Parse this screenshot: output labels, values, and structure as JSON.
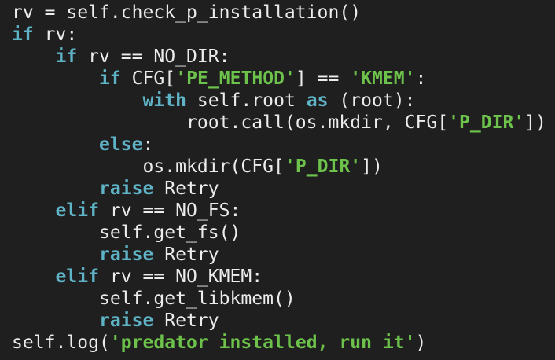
{
  "editor": {
    "background": "#1f1f1f",
    "colors": {
      "keyword": "#5fb3c6",
      "string": "#6cc24a",
      "text": "#ececec"
    },
    "lines": [
      [
        {
          "t": "plain",
          "v": "rv = self.check_p_installation()"
        }
      ],
      [
        {
          "t": "kw",
          "v": "if"
        },
        {
          "t": "plain",
          "v": " rv:"
        }
      ],
      [
        {
          "t": "plain",
          "v": "    "
        },
        {
          "t": "kw",
          "v": "if"
        },
        {
          "t": "plain",
          "v": " rv == NO_DIR:"
        }
      ],
      [
        {
          "t": "plain",
          "v": "        "
        },
        {
          "t": "kw",
          "v": "if"
        },
        {
          "t": "plain",
          "v": " CFG["
        },
        {
          "t": "str",
          "v": "'PE_METHOD'"
        },
        {
          "t": "plain",
          "v": "] == "
        },
        {
          "t": "str",
          "v": "'KMEM'"
        },
        {
          "t": "plain",
          "v": ":"
        }
      ],
      [
        {
          "t": "plain",
          "v": "            "
        },
        {
          "t": "kw",
          "v": "with"
        },
        {
          "t": "plain",
          "v": " self.root "
        },
        {
          "t": "kw",
          "v": "as"
        },
        {
          "t": "plain",
          "v": " (root):"
        }
      ],
      [
        {
          "t": "plain",
          "v": "                root.call(os.mkdir, CFG["
        },
        {
          "t": "str",
          "v": "'P_DIR'"
        },
        {
          "t": "plain",
          "v": "])"
        }
      ],
      [
        {
          "t": "plain",
          "v": "        "
        },
        {
          "t": "kw",
          "v": "else"
        },
        {
          "t": "plain",
          "v": ":"
        }
      ],
      [
        {
          "t": "plain",
          "v": "            os.mkdir(CFG["
        },
        {
          "t": "str",
          "v": "'P_DIR'"
        },
        {
          "t": "plain",
          "v": "])"
        }
      ],
      [
        {
          "t": "plain",
          "v": "        "
        },
        {
          "t": "kw",
          "v": "raise"
        },
        {
          "t": "plain",
          "v": " Retry"
        }
      ],
      [
        {
          "t": "plain",
          "v": "    "
        },
        {
          "t": "kw",
          "v": "elif"
        },
        {
          "t": "plain",
          "v": " rv == NO_FS:"
        }
      ],
      [
        {
          "t": "plain",
          "v": "        self.get_fs()"
        }
      ],
      [
        {
          "t": "plain",
          "v": "        "
        },
        {
          "t": "kw",
          "v": "raise"
        },
        {
          "t": "plain",
          "v": " Retry"
        }
      ],
      [
        {
          "t": "plain",
          "v": "    "
        },
        {
          "t": "kw",
          "v": "elif"
        },
        {
          "t": "plain",
          "v": " rv == NO_KMEM:"
        }
      ],
      [
        {
          "t": "plain",
          "v": "        self.get_libkmem()"
        }
      ],
      [
        {
          "t": "plain",
          "v": "        "
        },
        {
          "t": "kw",
          "v": "raise"
        },
        {
          "t": "plain",
          "v": " Retry"
        }
      ],
      [
        {
          "t": "plain",
          "v": "self.log("
        },
        {
          "t": "str",
          "v": "'predator installed, run it'"
        },
        {
          "t": "plain",
          "v": ")"
        }
      ]
    ]
  }
}
